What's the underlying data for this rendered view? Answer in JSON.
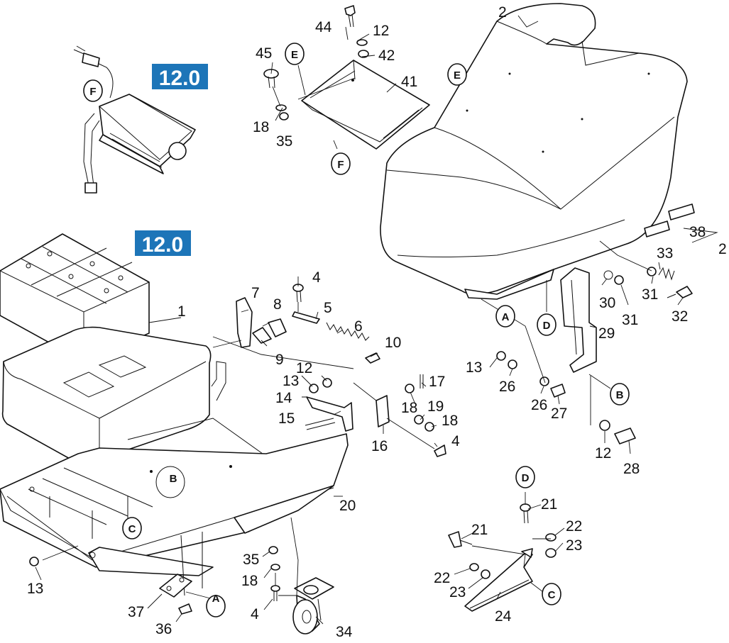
{
  "badges": [
    {
      "text": "12.0"
    },
    {
      "text": "12.0"
    }
  ],
  "colors": {
    "badge": "#1d75b8",
    "line": "#111111",
    "paper": "#ffffff"
  },
  "labels": [
    {
      "id": "l2a",
      "text": "2"
    },
    {
      "id": "l44",
      "text": "44"
    },
    {
      "id": "l12a",
      "text": "12"
    },
    {
      "id": "l45",
      "text": "45"
    },
    {
      "id": "l42",
      "text": "42"
    },
    {
      "id": "l41",
      "text": "41"
    },
    {
      "id": "l18a",
      "text": "18"
    },
    {
      "id": "l35a",
      "text": "35"
    },
    {
      "id": "l38",
      "text": "38"
    },
    {
      "id": "l2b",
      "text": "2"
    },
    {
      "id": "l33",
      "text": "33"
    },
    {
      "id": "l30",
      "text": "30"
    },
    {
      "id": "l31a",
      "text": "31"
    },
    {
      "id": "l31b",
      "text": "31"
    },
    {
      "id": "l32",
      "text": "32"
    },
    {
      "id": "l29",
      "text": "29"
    },
    {
      "id": "l1",
      "text": "1"
    },
    {
      "id": "l4a",
      "text": "4"
    },
    {
      "id": "l7",
      "text": "7"
    },
    {
      "id": "l8",
      "text": "8"
    },
    {
      "id": "l5",
      "text": "5"
    },
    {
      "id": "l6",
      "text": "6"
    },
    {
      "id": "l10",
      "text": "10"
    },
    {
      "id": "l9",
      "text": "9"
    },
    {
      "id": "l13a",
      "text": "13"
    },
    {
      "id": "l12b",
      "text": "12"
    },
    {
      "id": "l17",
      "text": "17"
    },
    {
      "id": "l14",
      "text": "14"
    },
    {
      "id": "l18b",
      "text": "18"
    },
    {
      "id": "l19",
      "text": "19"
    },
    {
      "id": "l18c",
      "text": "18"
    },
    {
      "id": "l15",
      "text": "15"
    },
    {
      "id": "l16",
      "text": "16"
    },
    {
      "id": "l4b",
      "text": "4"
    },
    {
      "id": "l13b",
      "text": "13"
    },
    {
      "id": "l26a",
      "text": "26"
    },
    {
      "id": "l26b",
      "text": "26"
    },
    {
      "id": "l27",
      "text": "27"
    },
    {
      "id": "l12c",
      "text": "12"
    },
    {
      "id": "l28",
      "text": "28"
    },
    {
      "id": "l20",
      "text": "20"
    },
    {
      "id": "l21a",
      "text": "21"
    },
    {
      "id": "l21b",
      "text": "21"
    },
    {
      "id": "l22a",
      "text": "22"
    },
    {
      "id": "l23a",
      "text": "23"
    },
    {
      "id": "l22b",
      "text": "22"
    },
    {
      "id": "l23b",
      "text": "23"
    },
    {
      "id": "l24",
      "text": "24"
    },
    {
      "id": "l35b",
      "text": "35"
    },
    {
      "id": "l18d",
      "text": "18"
    },
    {
      "id": "l4c",
      "text": "4"
    },
    {
      "id": "l13c",
      "text": "13"
    },
    {
      "id": "l37",
      "text": "37"
    },
    {
      "id": "l36",
      "text": "36"
    },
    {
      "id": "l34",
      "text": "34"
    }
  ],
  "refs": [
    {
      "id": "rE1",
      "text": "E"
    },
    {
      "id": "rF1",
      "text": "F"
    },
    {
      "id": "rE2",
      "text": "E"
    },
    {
      "id": "rF2",
      "text": "F"
    },
    {
      "id": "rA1",
      "text": "A"
    },
    {
      "id": "rD1",
      "text": "D"
    },
    {
      "id": "rB1",
      "text": "B"
    },
    {
      "id": "rD2",
      "text": "D"
    },
    {
      "id": "rC1",
      "text": "C"
    },
    {
      "id": "rB2",
      "text": "B"
    },
    {
      "id": "rC2",
      "text": "C"
    },
    {
      "id": "rA2",
      "text": "A"
    }
  ]
}
